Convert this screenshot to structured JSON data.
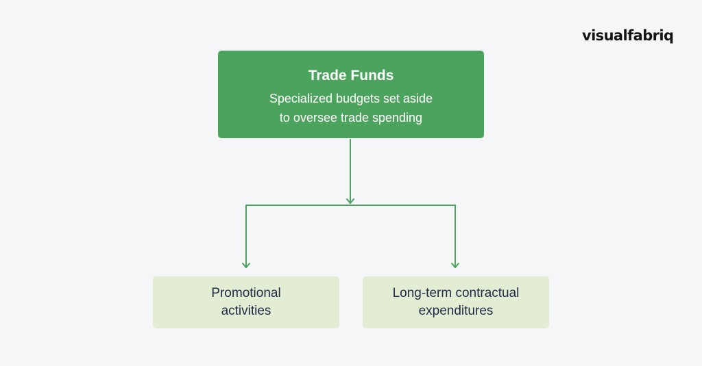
{
  "brand": {
    "logo_text": "visualfabriq"
  },
  "diagram": {
    "root": {
      "title": "Trade Funds",
      "description_line1": "Specialized budgets set aside",
      "description_line2": "to oversee trade spending"
    },
    "children": [
      {
        "line1": "Promotional",
        "line2": "activities"
      },
      {
        "line1": "Long-term contractual",
        "line2": "expenditures"
      }
    ],
    "colors": {
      "background": "#f4f6f8",
      "root_fill": "#4ca35e",
      "child_fill": "#e2edd4",
      "connector": "#4ca35e",
      "child_text": "#1f2a44"
    }
  }
}
